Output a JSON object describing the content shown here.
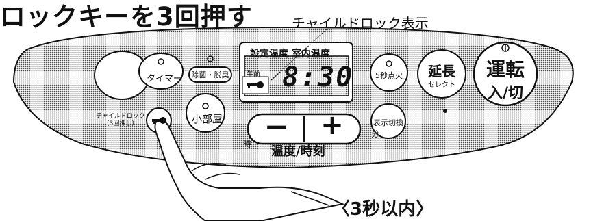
{
  "heading": "ロックキーを3回押す",
  "callout": "チャイルドロック表示",
  "display": {
    "setting_room": "設定温度  室内温度",
    "am": "午前",
    "time": "8:30"
  },
  "buttons": {
    "timer": "タイマー",
    "sterilize": "除菌・脱臭",
    "small_room": "小部屋",
    "five_sec": "5秒点火",
    "extend": "延長",
    "extend_sub": "セレクト",
    "run": "運転",
    "run_sub": "入/切",
    "display_switch": "表示切換",
    "minus": "−",
    "plus": "+"
  },
  "child_lock_label": "チャイルドロック\n（3回押し）",
  "temp_time": "温度/時刻",
  "hour": "時",
  "minute": "分",
  "within": "〈3秒以内〉",
  "icons": [
    "lock-key-icon",
    "pointing-hand-icon"
  ]
}
